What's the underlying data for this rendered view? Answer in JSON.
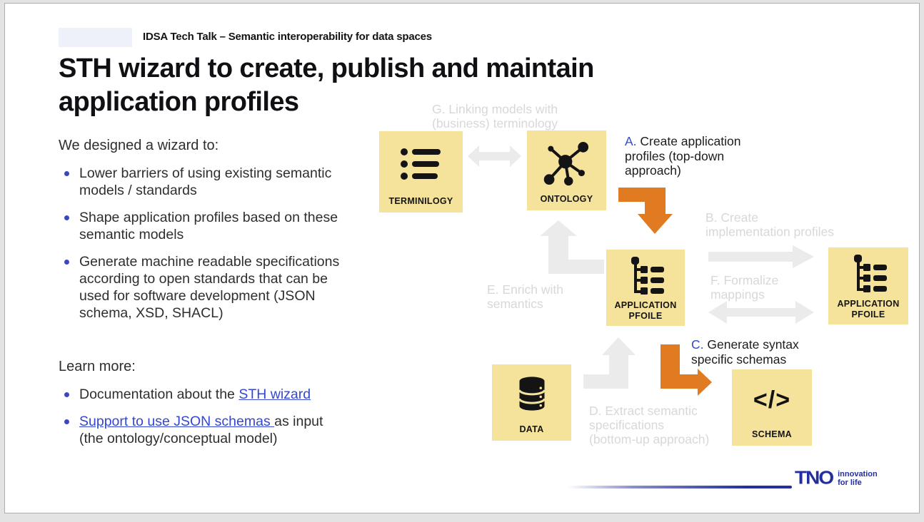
{
  "colors": {
    "box_yellow": "#F5E29B",
    "arrow_orange": "#E07B22",
    "arrow_gray": "#EBEBEB",
    "muted_text_gray": "#D8D8D8",
    "link_blue": "#3347D1",
    "brand_blue": "#232F9E"
  },
  "header": {
    "kicker": "IDSA Tech Talk – Semantic interoperability for data spaces",
    "title": "STH wizard to create, publish and maintain\napplication profiles"
  },
  "intro": {
    "heading": "We designed a wizard to:",
    "bullets": [
      "Lower barriers of using existing semantic\nmodels / standards",
      "Shape application profiles based on these\nsemantic models",
      "Generate machine readable specifications\naccording to open standards that can be\nused for software development (JSON\nschema, XSD, SHACL)"
    ]
  },
  "learn_more": {
    "heading": "Learn more:",
    "item1_prefix": "Documentation about the ",
    "item1_link": "STH wizard",
    "item2_link": "Support to use JSON schemas ",
    "item2_suffix": "as input\n(the ontology/conceptual model)"
  },
  "diagram": {
    "boxes": {
      "terminology": "TERMINILOGY",
      "ontology": "ONTOLOGY",
      "app_profile_left": "APPLICATION PFOILE",
      "app_profile_right": "APPLICATION PFOILE",
      "data": "DATA",
      "schema": "SCHEMA",
      "schema_glyph": "</>"
    },
    "steps": {
      "a": {
        "letter": "A.",
        "text": " Create application\nprofiles (top-down\napproach)"
      },
      "b": {
        "text": "B. Create\nimplementation profiles"
      },
      "c": {
        "letter": "C.",
        "text": " Generate syntax\nspecific schemas"
      },
      "d": {
        "text": "D. Extract semantic\nspecifications\n(bottom-up approach)"
      },
      "e": {
        "text": "E. Enrich with\nsemantics"
      },
      "f": {
        "text": "F. Formalize\nmappings"
      },
      "g": {
        "text": "G. Linking models with\n(business) terminology"
      }
    }
  },
  "footer": {
    "brand": "TNO",
    "tagline": "innovation\nfor life"
  }
}
